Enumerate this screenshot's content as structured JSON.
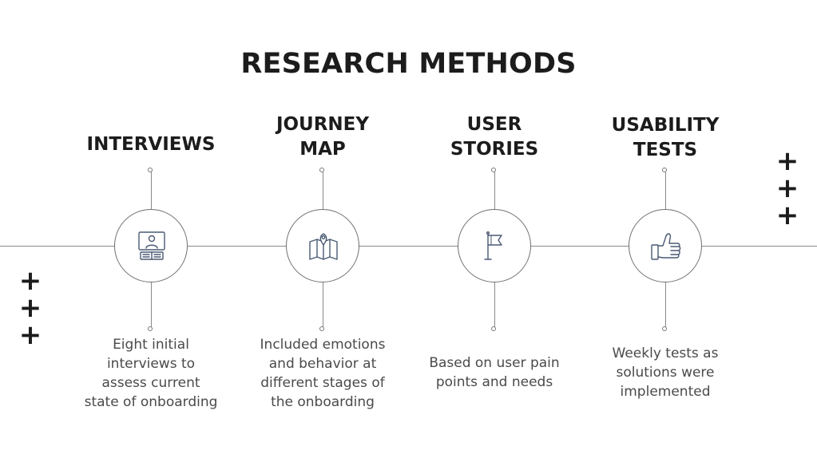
{
  "title": "RESEARCH METHODS",
  "decorations": {
    "plus_symbol": "+"
  },
  "methods": [
    {
      "heading": "INTERVIEWS",
      "icon": "online-interview-icon",
      "description": "Eight initial\ninterviews to\nassess current\nstate of onboarding"
    },
    {
      "heading": "JOURNEY\nMAP",
      "icon": "map-pin-icon",
      "description": "Included emotions\nand behavior at\ndifferent stages of\nthe onboarding"
    },
    {
      "heading": "USER\nSTORIES",
      "icon": "flag-icon",
      "description": "Based on user pain\npoints and needs"
    },
    {
      "heading": "USABILITY\nTESTS",
      "icon": "thumbs-up-icon",
      "description": "Weekly tests as\nsolutions were\nimplemented"
    }
  ],
  "colors": {
    "text": "#1c1c1c",
    "description_text": "#4a4a4a",
    "lines": "#8a8a8a",
    "icon_stroke": "#4a5a73"
  }
}
